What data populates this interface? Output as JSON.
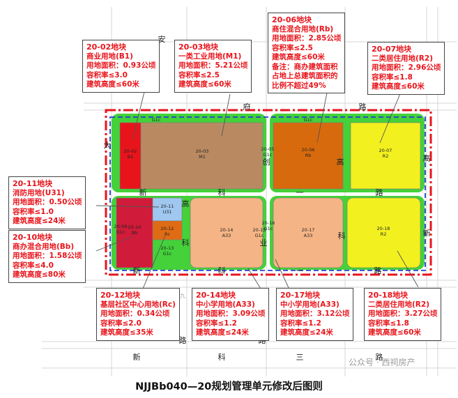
{
  "caption": "NJJBb040—20规划管理单元修改后图则",
  "watermark": "公众号 · 西祠房产",
  "colors": {
    "commercial": "#e8141b",
    "industrial": "#b98a62",
    "mixed_residential_commercial": "#d86a0e",
    "residential": "#f2f01f",
    "school": "#f5b485",
    "fire_station": "#9fc7ef",
    "community_center": "#e06b15",
    "commercial_office": "#d11b3a",
    "green": "#44d13a",
    "boundary": "#e8141b",
    "text_red": "#e8141b"
  },
  "plots": [
    {
      "id": "20-02",
      "code": "B1"
    },
    {
      "id": "20-03",
      "code": "M1"
    },
    {
      "id": "20-05",
      "code": "G1c"
    },
    {
      "id": "20-06",
      "code": "Rb"
    },
    {
      "id": "20-07",
      "code": "R2"
    },
    {
      "id": "20-09",
      "code": "G1c"
    },
    {
      "id": "20-10",
      "code": "Bb"
    },
    {
      "id": "20-11",
      "code": "U31"
    },
    {
      "id": "20-12",
      "code": "Rc"
    },
    {
      "id": "20-13",
      "code": "G1c"
    },
    {
      "id": "20-14",
      "code": "A33"
    },
    {
      "id": "20-15",
      "code": "G1c"
    },
    {
      "id": "20-16",
      "code": "G1c"
    },
    {
      "id": "20-17",
      "code": "A33"
    },
    {
      "id": "20-18",
      "code": "R2"
    }
  ],
  "green_strip_codes": {
    "north_left": "G1c",
    "north_right": "G1c"
  },
  "roads": {
    "north": [
      "府",
      "路"
    ],
    "north_top": [
      "安"
    ],
    "middle_a": [
      "创",
      "高"
    ],
    "middle_b": [
      "新",
      "科",
      "一",
      "路"
    ],
    "middle_c": [
      "高",
      "科",
      "业"
    ],
    "middle_d": [
      "科"
    ],
    "east": [
      "高",
      "新"
    ],
    "west": [
      "大"
    ],
    "south": [
      "新",
      "科",
      "一",
      "路"
    ],
    "bottom_a": [
      "路",
      "路"
    ],
    "bottom_b": [
      "新",
      "科",
      "三",
      "路"
    ],
    "light": [
      "永",
      "浦",
      "九",
      "北",
      "万",
      "北"
    ]
  },
  "callouts": [
    {
      "id": "20-02",
      "title": "20-02地块",
      "lines": [
        "商业用地(B1)",
        "用地面积：0.93公顷",
        "容积率≤3.0",
        "建筑高度≤60米"
      ]
    },
    {
      "id": "20-03",
      "title": "20-03地块",
      "lines": [
        "一类工业用地(M1)",
        "用地面积：5.21公顷",
        "容积率≤2.5",
        "建筑高度≤60米"
      ]
    },
    {
      "id": "20-06",
      "title": "20-06地块",
      "lines": [
        "商住混合用地(Rb)",
        "用地面积：2.85公顷",
        "容积率≤2.5",
        "建筑高度≤60米",
        "备注：商办建筑面积",
        "占地上总建筑面积的",
        "比例不超过49%"
      ]
    },
    {
      "id": "20-07",
      "title": "20-07地块",
      "lines": [
        "二类居住用地(R2)",
        "用地面积：2.96公顷",
        "容积率≤1.8",
        "建筑高度≤60米"
      ]
    },
    {
      "id": "20-11",
      "title": "20-11地块",
      "lines": [
        "消防用地(U31)",
        "用地面积：0.50公顷",
        "容积率≤1.0",
        "建筑高度≤24米"
      ]
    },
    {
      "id": "20-10",
      "title": "20-10地块",
      "lines": [
        "商办混合用地(Bb)",
        "用地面积：1.58公顷",
        "容积率≤4.0",
        "建筑高度≤80米"
      ]
    },
    {
      "id": "20-12",
      "title": "20-12地块",
      "lines": [
        "基层社区中心用地(Rc)",
        "用地面积：0.34公顷",
        "容积率≤2.0",
        "建筑高度≤35米"
      ]
    },
    {
      "id": "20-14",
      "title": "20-14地块",
      "lines": [
        "中小学用地(A33)",
        "用地面积：3.09公顷",
        "容积率≤1.2",
        "建筑高度≤24米"
      ]
    },
    {
      "id": "20-17",
      "title": "20-17地块",
      "lines": [
        "中小学用地(A33)",
        "用地面积：3.12公顷",
        "容积率≤1.2",
        "建筑高度≤24米"
      ]
    },
    {
      "id": "20-18",
      "title": "20-18地块",
      "lines": [
        "二类居住用地(R2)",
        "用地面积：3.27公顷",
        "容积率≤1.8",
        "建筑高度≤60米"
      ]
    }
  ]
}
